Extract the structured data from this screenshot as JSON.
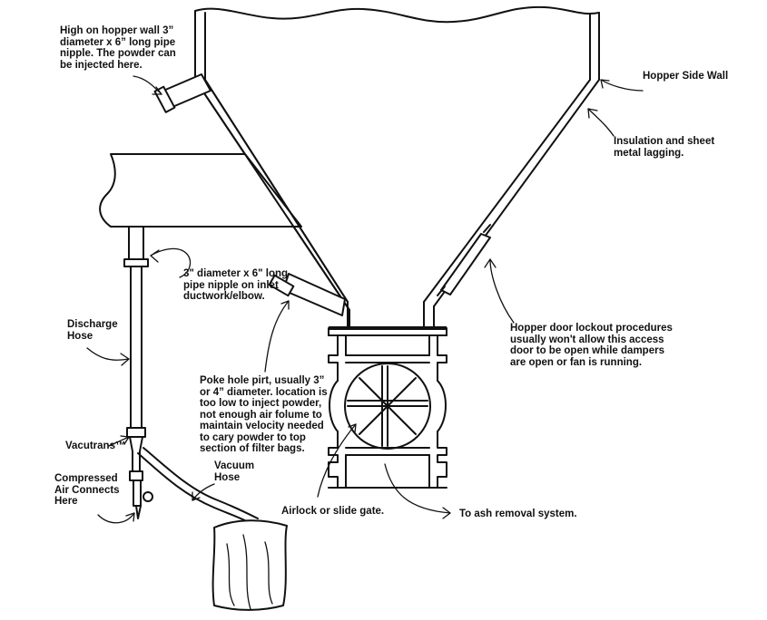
{
  "labels": {
    "hopper_nipple": [
      "High on hopper wall 3”",
      "diameter x 6” long pipe",
      "nipple. The powder can",
      "be injected here."
    ],
    "hopper_side_wall": [
      "Hopper Side Wall"
    ],
    "insulation": [
      "Insulation and sheet",
      "metal lagging."
    ],
    "inlet_nipple": [
      "3\" diameter x 6\" long",
      "pipe nipple on inlet",
      "ductwork/elbow."
    ],
    "discharge_hose": [
      "Discharge",
      "Hose"
    ],
    "lockout": [
      "Hopper door lockout procedures",
      "usually won't allow this access",
      "door to be open while dampers",
      "are open or fan is running."
    ],
    "poke_hole": [
      "Poke hole pirt, usually 3”",
      "or 4” diameter. location is",
      "too low to inject powder,",
      "not enough air folume to",
      "maintain velocity needed",
      "to cary powder to top",
      "section of filter bags."
    ],
    "vacutrans": [
      "Vacutrans™"
    ],
    "compressed_air": [
      "Compressed",
      "Air Connects",
      "Here"
    ],
    "vacuum_hose": [
      "Vacuum",
      "Hose"
    ],
    "airlock": [
      "Airlock or slide gate."
    ],
    "ash_removal": [
      "To ash removal system."
    ]
  },
  "colors": {
    "ink": "#111111",
    "paper": "#ffffff"
  }
}
